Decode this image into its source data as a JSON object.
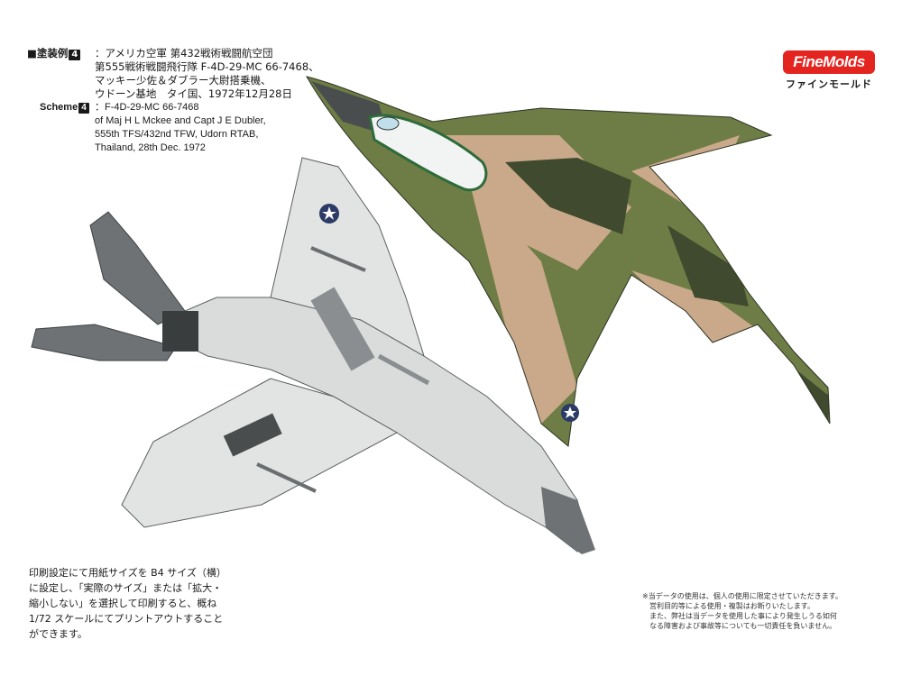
{
  "header": {
    "scheme_jp_label": "■塗装例",
    "scheme_number": "4",
    "jp_lines": [
      "：アメリカ空軍 第432戦術戦闘航空団",
      "第555戦術戦闘飛行隊 F-4D-29-MC 66-7468、",
      "マッキー少佐＆ダブラー大尉搭乗機、",
      "ウドーン基地　タイ国、1972年12月28日"
    ],
    "scheme_en_label": "Scheme",
    "en_lines": [
      "：F-4D-29-MC 66-7468",
      "of Maj H L Mckee and Capt J E Dubler,",
      "555th TFS/432nd TFW, Udorn RTAB,",
      "Thailand, 28th Dec. 1972"
    ]
  },
  "logo": {
    "brand": "FineMolds",
    "katakana": "ファインモールド"
  },
  "print_note": {
    "lines": [
      "印刷設定にて用紙サイズを B4 サイズ（横）",
      "に設定し、「実際のサイズ」または「拡大・",
      "縮小しない」を選択して印刷すると、概ね",
      "1/72 スケールにてプリントアウトすること",
      "ができます。"
    ]
  },
  "disclaimer": {
    "lines": [
      "※当データの使用は、個人の使用に限定させていただきます。",
      "　営利目的等による使用・複製はお断りいたします。",
      "　また、弊社は当データを使用した事により発生しうる如何",
      "　なる障害および事故等についても一切責任を負いません。"
    ]
  },
  "colors": {
    "camo_tan": "#c9a98a",
    "camo_light_green": "#6e7c45",
    "camo_dark_green": "#3f4a2f",
    "underside_gray": "#dcdedd",
    "tail_gray": "#6f7274",
    "brand_red": "#e4241f"
  }
}
